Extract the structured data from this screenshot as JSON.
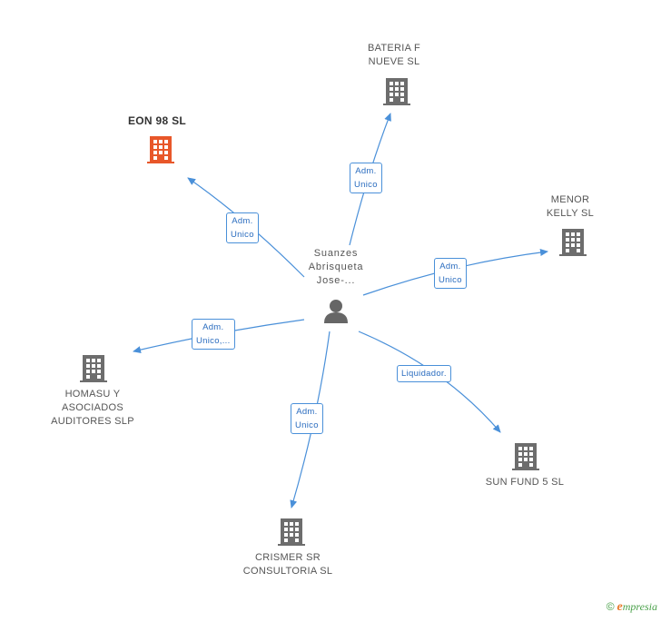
{
  "center": {
    "line1": "Suanzes",
    "line2": "Abrisqueta",
    "line3": "Jose-..."
  },
  "nodes": [
    {
      "id": "eon98",
      "lines": [
        "EON 98  SL"
      ],
      "color": "#e8572a",
      "focus": true
    },
    {
      "id": "bateria",
      "lines": [
        "BATERIA F",
        "NUEVE SL"
      ],
      "color": "#6d6d6d"
    },
    {
      "id": "menor",
      "lines": [
        "MENOR",
        "KELLY SL"
      ],
      "color": "#6d6d6d"
    },
    {
      "id": "homasu",
      "lines": [
        "HOMASU Y",
        "ASOCIADOS",
        "AUDITORES  SLP"
      ],
      "color": "#6d6d6d"
    },
    {
      "id": "sunfund",
      "lines": [
        "SUN FUND 5 SL"
      ],
      "color": "#6d6d6d"
    },
    {
      "id": "crismer",
      "lines": [
        "CRISMER SR",
        "CONSULTORIA SL"
      ],
      "color": "#6d6d6d"
    }
  ],
  "edges": [
    {
      "target": "eon98",
      "lines": [
        "Adm.",
        "Unico"
      ]
    },
    {
      "target": "bateria",
      "lines": [
        "Adm.",
        "Unico"
      ]
    },
    {
      "target": "menor",
      "lines": [
        "Adm.",
        "Unico"
      ]
    },
    {
      "target": "homasu",
      "lines": [
        "Adm.",
        "Unico,..."
      ]
    },
    {
      "target": "sunfund",
      "lines": [
        "Liquidador."
      ]
    },
    {
      "target": "crismer",
      "lines": [
        "Adm.",
        "Unico"
      ]
    }
  ],
  "colors": {
    "edge": "#4a90d9",
    "company": "#6d6d6d",
    "focus": "#e8572a",
    "person": "#666666"
  },
  "footer": {
    "copyright": "©",
    "brand_initial": "e",
    "brand_rest": "mpresia"
  }
}
